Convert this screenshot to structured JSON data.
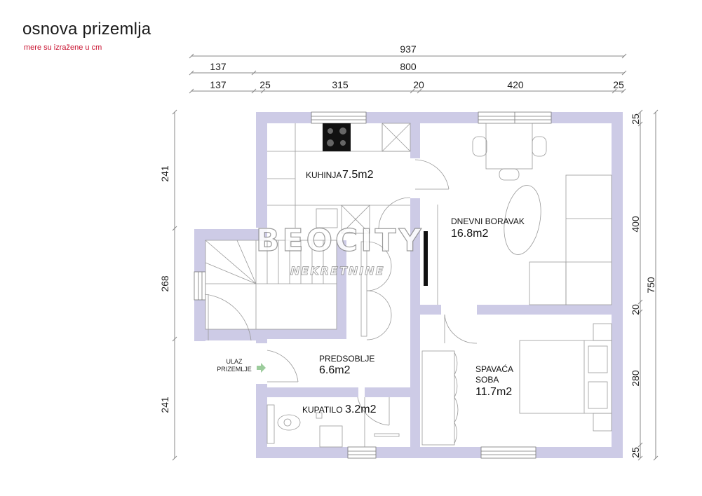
{
  "header": {
    "title": "osnova prizemlja",
    "subtitle": "mere su izražene u cm"
  },
  "colors": {
    "wall": "#cdcbe6",
    "line": "#8a8a8a",
    "subtitle": "#c8102e",
    "entry_arrow": "#9ccc9c",
    "stove": "#111111"
  },
  "dimensions": {
    "top_total": "937",
    "top_row2": [
      "137",
      "800"
    ],
    "top_row3": [
      "137",
      "25",
      "315",
      "20",
      "420",
      "25"
    ],
    "left": [
      "241",
      "268",
      "241"
    ],
    "right_inner": [
      "25",
      "400",
      "20",
      "280",
      "25"
    ],
    "right_total": "750"
  },
  "rooms": {
    "kitchen": {
      "name": "KUHINJA",
      "area": "7.5m2"
    },
    "living": {
      "name": "DNEVNI BORAVAK",
      "area": "16.8m2"
    },
    "hall": {
      "name": "PREDSOBLJE",
      "area": "6.6m2"
    },
    "bath": {
      "name": "KUPATILO",
      "area": "3.2m2"
    },
    "bedroom": {
      "name_line1": "SPAVAĆA",
      "name_line2": "SOBA",
      "area": "11.7m2"
    }
  },
  "entry": {
    "line1": "ULAZ",
    "line2": "PRIZEMLJE",
    "icon": "arrow-right-icon"
  },
  "watermark": {
    "line1": "BEOCITY",
    "line2": "NEKRETNINE"
  }
}
